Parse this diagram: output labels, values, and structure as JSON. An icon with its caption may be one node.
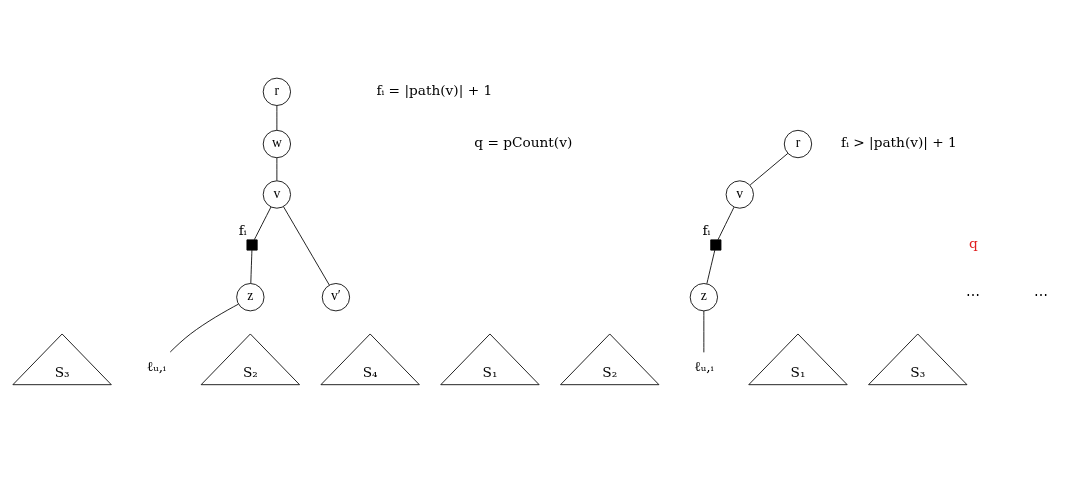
{
  "diagram": {
    "nodes": [
      {
        "text": [
          "r"
        ]
      },
      {
        "text": [
          "w"
        ]
      },
      {
        "text": [
          "v"
        ]
      },
      {
        "text": [],
        "shape": "box",
        "beside": [
          "fᵢ"
        ]
      },
      {
        "text": [
          "z"
        ]
      },
      {
        "text": [
          "v′"
        ]
      },
      {
        "text": [
          "S₁"
        ]
      },
      {
        "text": [
          "S₂"
        ]
      },
      {
        "text": [
          "S₄"
        ]
      },
      {
        "text": [
          "S₃"
        ]
      },
      {
        "text": [
          "ℓᵤ,ᵢ"
        ]
      },
      {
        "text": [
          "r"
        ]
      },
      {
        "text": [
          "v"
        ]
      },
      {
        "text": [],
        "shape": "box",
        "beside": [
          "fᵢ"
        ]
      },
      {
        "text": [
          "z"
        ]
      },
      {
        "text": [
          "S₁"
        ]
      },
      {
        "text": [
          "S₂"
        ]
      },
      {
        "text": [
          "S₃"
        ]
      },
      {
        "text": [
          "ℓᵤ,ᵢ"
        ]
      }
    ],
    "edges": [
      {
        "from": 0,
        "to": 1,
        "arrow": "none"
      },
      {
        "from": 1,
        "to": 2,
        "arrow": "none"
      },
      {
        "from": 2,
        "to": 3,
        "arrow": "none"
      },
      {
        "from": 3,
        "to": 4,
        "arrow": "none"
      },
      {
        "from": 2,
        "to": 5,
        "arrow": "none"
      },
      {
        "from": 4,
        "to": 10,
        "arrow": "none"
      },
      {
        "from": 11,
        "to": 12,
        "arrow": "none"
      },
      {
        "from": 12,
        "to": 13,
        "arrow": "none"
      },
      {
        "from": 13,
        "to": 14,
        "arrow": "none"
      },
      {
        "from": 14,
        "to": 18,
        "arrow": "none"
      }
    ],
    "labels": [
      "fᵢ = |path(v)| + 1",
      "q = pCount(v)",
      "q",
      "⋯",
      "⋯",
      "fᵢ > |path(v)| + 1"
    ]
  }
}
